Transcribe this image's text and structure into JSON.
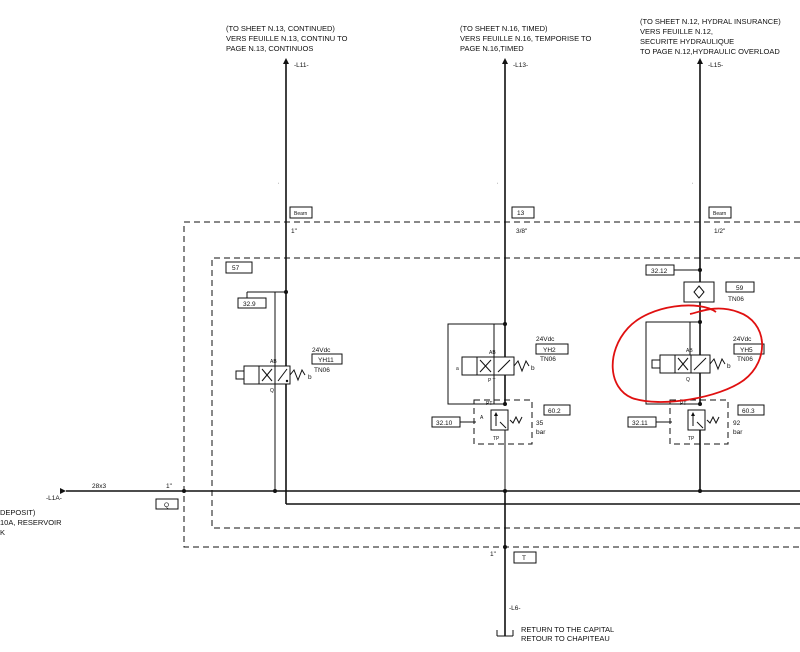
{
  "headers": {
    "left": [
      "(TO SHEET N.13, CONTINUED)",
      "VERS FEUILLE N.13, CONTINU TO",
      "PAGE N.13, CONTINUOS"
    ],
    "middle": [
      "(TO SHEET N.16, TIMED)",
      "VERS FEUILLE N.16, TEMPORISE TO",
      "PAGE N.16,TIMED"
    ],
    "right": [
      "(TO SHEET N.12, HYDRAL INSURANCE)",
      "VERS FEUILLE N.12,",
      "SECURITE HYDRAULIQUE",
      "TO PAGE N.12,HYDRAULIC OVERLOAD"
    ]
  },
  "lines": {
    "L11": "-L11-",
    "L13": "-L13-",
    "L15": "-L15-",
    "L1A": "-L1A-",
    "L6": "-L6-"
  },
  "ports": {
    "left_tag": "Bearn",
    "left_size": "1\"",
    "middle_tag": "13",
    "middle_size": "3/8\"",
    "right_tag": "Bearn",
    "right_size": "1/2\""
  },
  "module_tag": "57",
  "components": {
    "yh11": {
      "test_point": "32.9",
      "voltage": "24Vdc",
      "tag": "YH11",
      "code": "TN06",
      "port_ab": "AB",
      "port_q": "Q",
      "side": "b"
    },
    "yh2": {
      "voltage": "24Vdc",
      "tag": "YH2",
      "code": "TN06",
      "port_ab": "AB",
      "port_pt": "P T",
      "side_a": "a",
      "side_b": "b"
    },
    "relief_60_2": {
      "tag": "60.2",
      "test_point": "32.10",
      "pressure": "35",
      "unit": "bar",
      "port_pt": "PT",
      "port_tp": "TP",
      "port_a": "A"
    },
    "check_59": {
      "tag": "59",
      "code": "TN06"
    },
    "yh5": {
      "test_point_top": "32.12",
      "voltage": "24Vdc",
      "tag": "YH5",
      "code": "TN06",
      "port_ab": "AB",
      "port_q": "Q",
      "side": "b"
    },
    "relief_60_3": {
      "tag": "60.3",
      "test_point": "32.11",
      "pressure": "92",
      "unit": "bar",
      "port_pt": "PT",
      "port_tp": "TP"
    }
  },
  "main_line": {
    "pipe_size": "28x3",
    "port_size": "1\"",
    "port_tag": "Q"
  },
  "return_line": {
    "port_size": "1\"",
    "port_tag": "T",
    "label": [
      "RETURN TO THE CAPITAL",
      "RETOUR TO CHAPITEAU"
    ]
  },
  "deposit": [
    "DEPOSIT)",
    "10A, RESERVOIR",
    "K"
  ],
  "colors": {
    "annotation": "#e01010",
    "line": "#111111",
    "background": "#ffffff"
  }
}
